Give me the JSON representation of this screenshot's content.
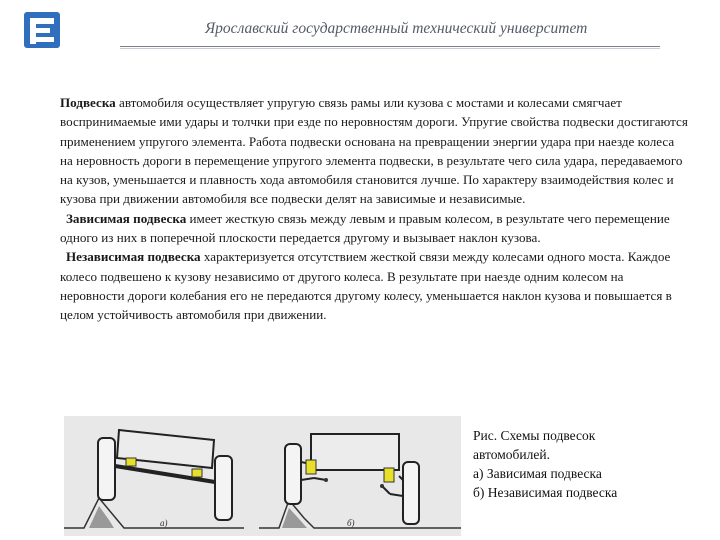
{
  "header": {
    "title": "Ярославский государственный технический университет",
    "logo_icon": "university-logo-icon",
    "accent_color": "#2f6fbe"
  },
  "content": {
    "p1": {
      "bold": "Подвеска",
      "text": " автомобиля осуществляет упругую связь рамы или кузова с мостами и колесами смягчает воспринимаемые ими удары и толчки при езде по неровностям дороги. Упругие свойства подвески достигаются применением упругого элемента. Работа подвески основана на превращении энергии удара при наезде колеса на неровность дороги в перемещение упругого элемента подвески, в результате чего сила удара, передаваемого на кузов, уменьшается и плавность хода автомобиля становится лучше. По характеру взаимодействия колес и кузова при движении автомобиля все подвески делят на зависимые и независимые."
    },
    "p2": {
      "bold": "Зависимая подвеска",
      "text": " имеет жесткую связь между левым и правым колесом, в результате чего перемещение одного из них в поперечной плоскости передается другому и вызывает наклон кузова."
    },
    "p3": {
      "bold": "Независимая подвеска",
      "text": " характеризуется отсутствием жесткой связи между колесами одного моста. Каждое колесо подвешено к кузову независимо от другого колеса. В результате при наезде одним колесом на неровности дороги колебания его не передаются другому колесу, уменьшается наклон кузова и повышается в целом устойчивость автомобиля при движении."
    }
  },
  "figure": {
    "label_a": "а)",
    "label_b": "б)"
  },
  "caption": {
    "line1": "Рис. Схемы подвесок",
    "line2": "автомобилей.",
    "line3": "а) Зависимая подвеска",
    "line4": "б) Независимая подвеска"
  }
}
